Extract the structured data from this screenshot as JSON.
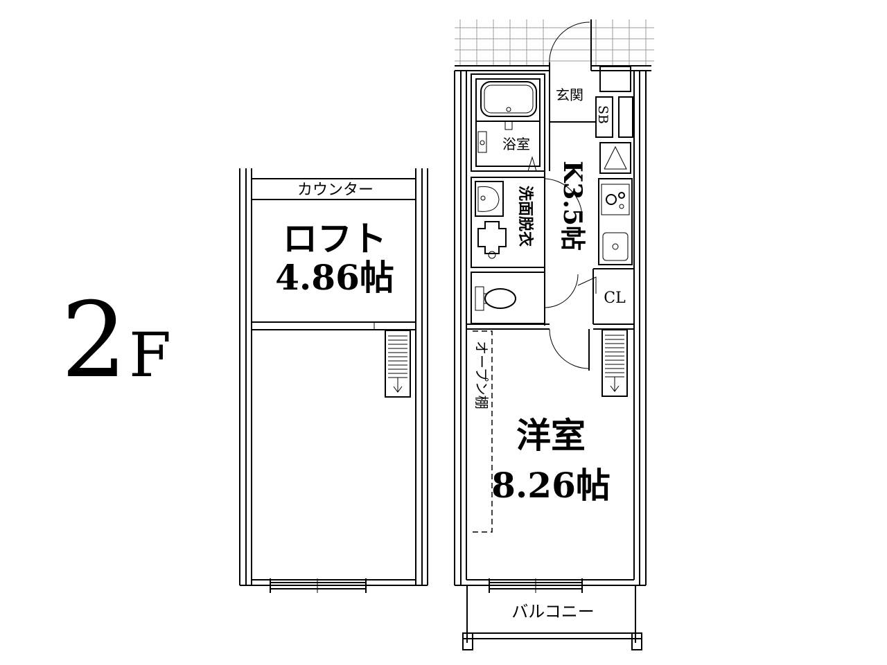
{
  "floor": {
    "label_num": "2",
    "label_letter": "F"
  },
  "loft": {
    "counter_label": "カウンター",
    "room_name": "ロフト",
    "room_size": "4.86帖"
  },
  "unit": {
    "genkan": "玄関",
    "sb": "SB",
    "bath": "浴室",
    "kitchen": "K3.5帖",
    "washroom": "洗面脱衣",
    "closet": "CL",
    "open_shelf": "オープン棚",
    "western_room_name": "洋室",
    "western_room_size": "8.26帖",
    "balcony": "バルコニー"
  }
}
